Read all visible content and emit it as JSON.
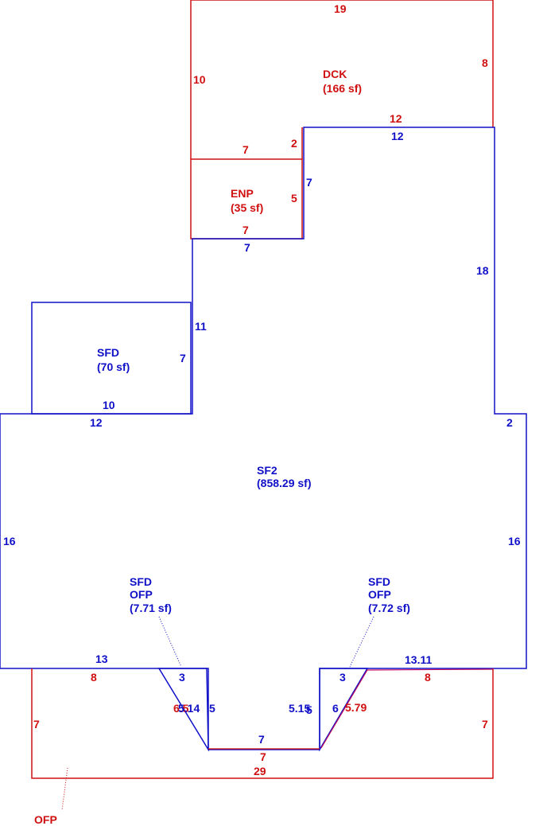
{
  "colors": {
    "red": "#d01010",
    "blue": "#1010c8",
    "magenta": "#c01060"
  },
  "areas": {
    "dck": {
      "code": "DCK",
      "area": "(166 sf)"
    },
    "enp": {
      "code": "ENP",
      "area": "(35 sf)"
    },
    "sfd_top": {
      "code": "SFD",
      "area": "(70 sf)"
    },
    "sf2": {
      "code": "SF2",
      "area": "(858.29 sf)"
    },
    "sfd_ofp_left": {
      "code1": "SFD",
      "code2": "OFP",
      "area": "(7.71 sf)"
    },
    "sfd_ofp_right": {
      "code1": "SFD",
      "code2": "OFP",
      "area": "(7.72 sf)"
    },
    "ofp": {
      "code": "OFP"
    }
  },
  "dimensions": {
    "dck_top": "19",
    "dck_left": "10",
    "dck_right": "8",
    "dck_bottom": "12",
    "enp_top": "7",
    "enp_step": "2",
    "enp_right": "5",
    "enp_bottom": "7",
    "sf2_top": "12",
    "sf2_step_7": "7",
    "sf2_enp_bottom": "7",
    "sf2_right_upper": "18",
    "sf2_left_upper": "11",
    "sfd_right": "7",
    "sfd_bottom": "10",
    "sf2_left_top": "12",
    "sf2_right_step": "2",
    "sf2_left": "16",
    "sf2_right": "16",
    "sf2_bottom_left": "13",
    "sf2_bottom_right": "13.11",
    "ofp_top_left": "8",
    "ofp_top_right": "8",
    "ofp_left": "7",
    "ofp_right": "7",
    "ofp_bottom": "29",
    "notch_left_3": "3",
    "notch_right_3": "3",
    "notch_left_diag": "5.14",
    "notch_left_diag_red": "6.5",
    "notch_left_5": "5",
    "notch_right_diag": "5.15",
    "notch_right_5": "5",
    "notch_right_6": "6",
    "notch_right_579": "5.79",
    "notch_bottom_blue": "7",
    "notch_bottom_red": "7"
  }
}
